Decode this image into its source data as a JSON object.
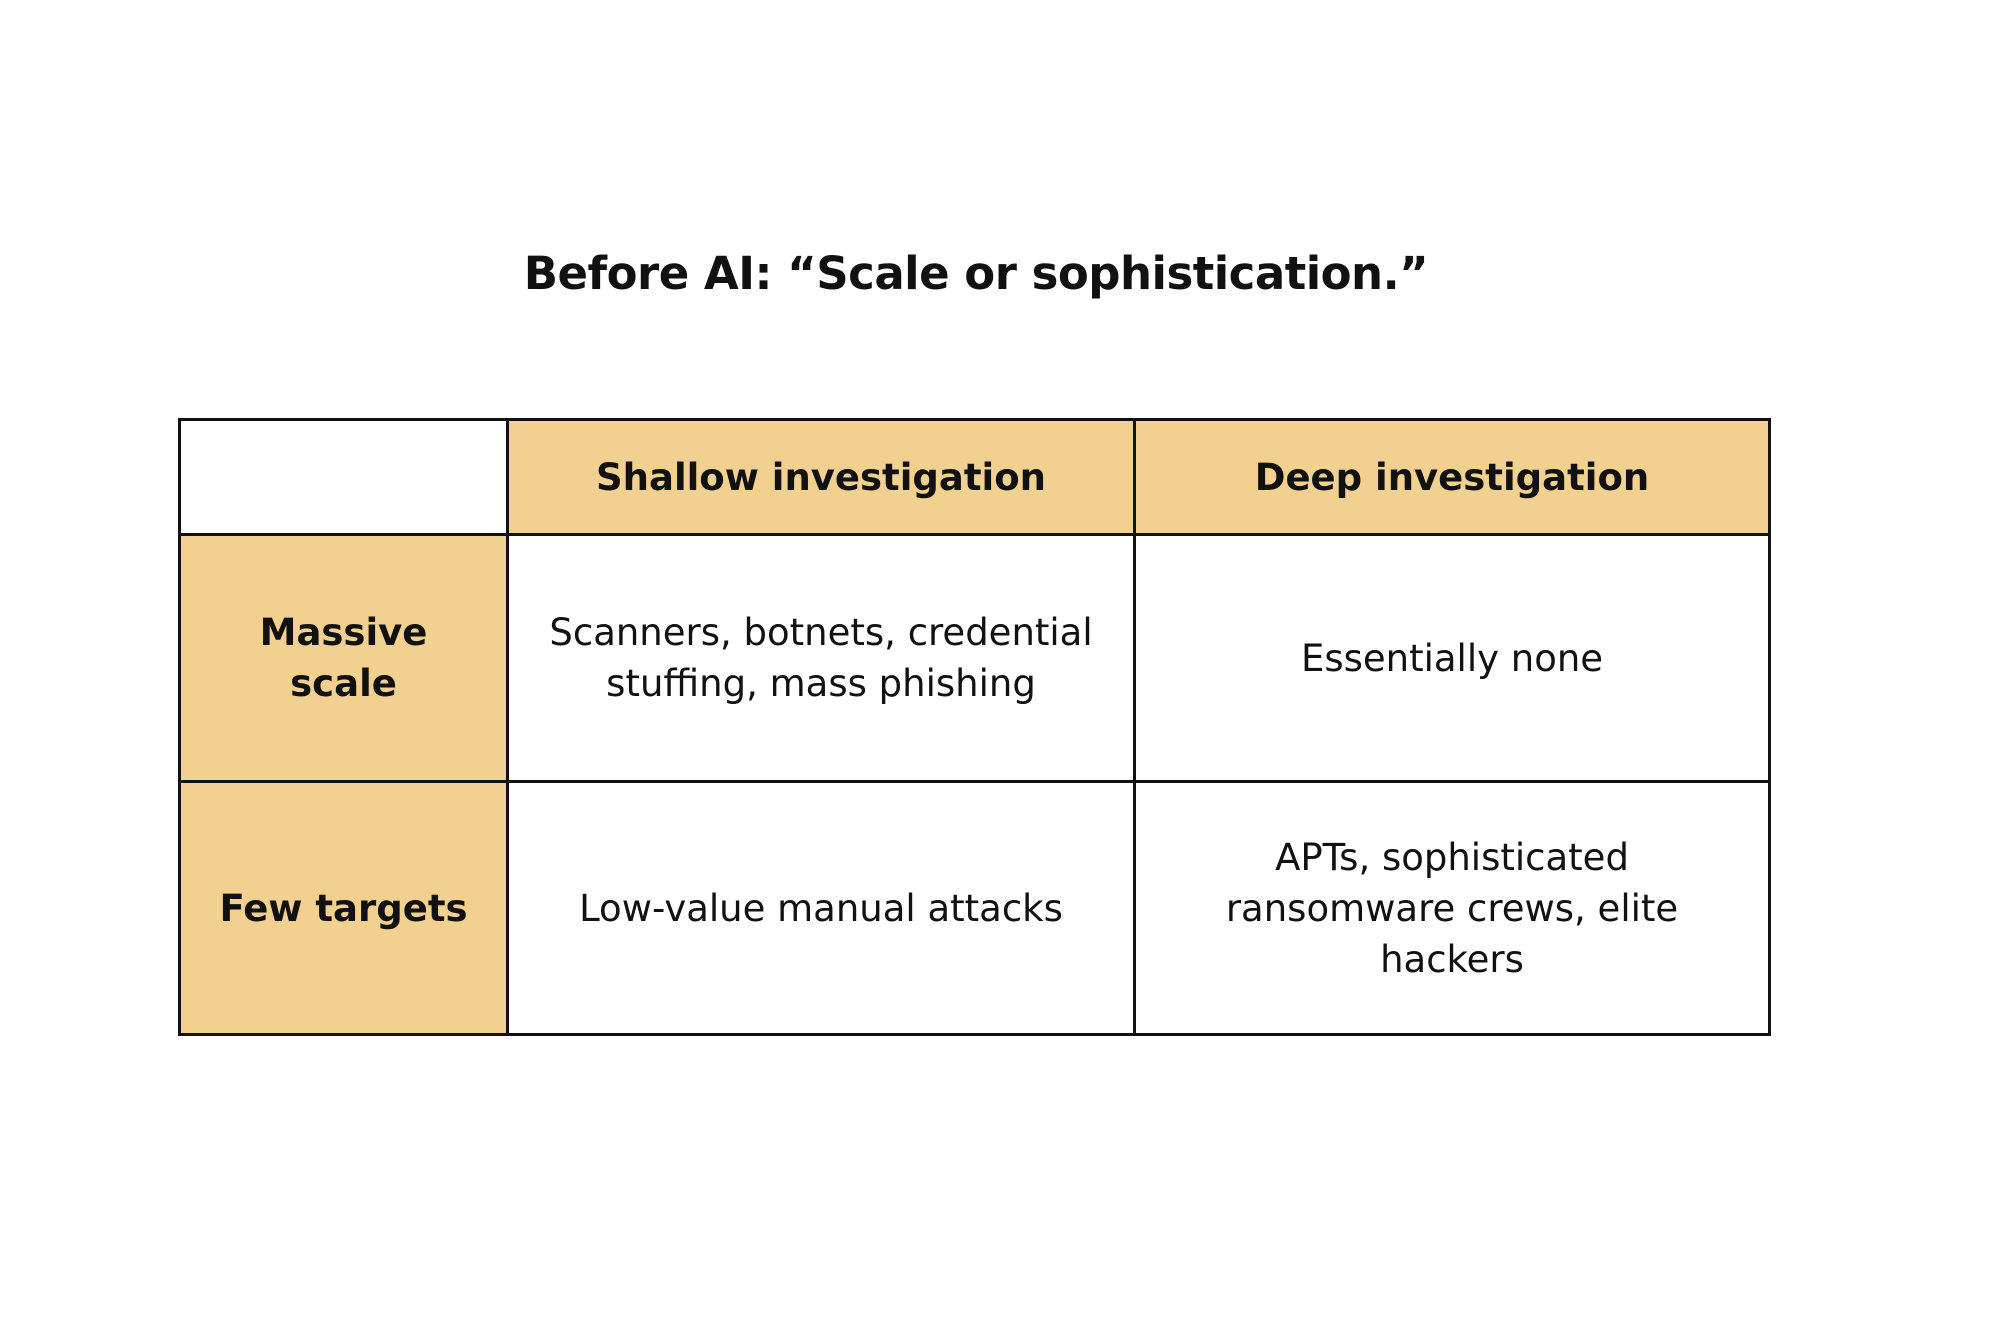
{
  "title": "Before AI: “Scale or sophistication.”",
  "colors": {
    "header_fill": "#f2d08f",
    "border": "#111111",
    "background": "#ffffff"
  },
  "table": {
    "columns": [
      "Shallow investigation",
      "Deep investigation"
    ],
    "rows": [
      {
        "label": "Massive scale",
        "cells": [
          "Scanners, botnets, credential stuffing, mass phishing",
          "Essentially none"
        ]
      },
      {
        "label": "Few targets",
        "cells": [
          "Low-value manual attacks",
          "APTs, sophisticated ransomware crews, elite hackers"
        ]
      }
    ]
  }
}
